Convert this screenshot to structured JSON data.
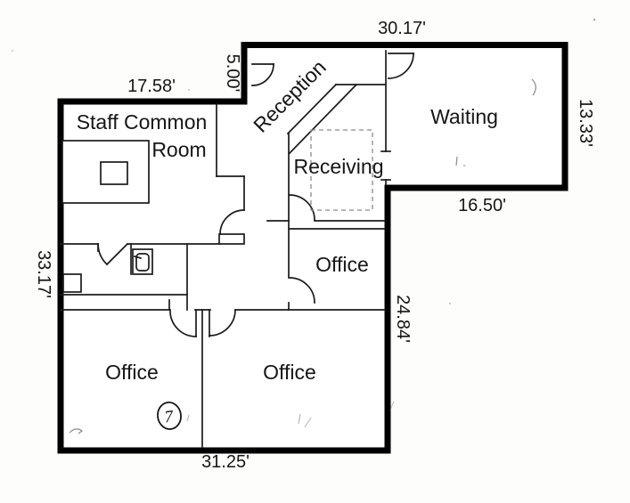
{
  "floor_plan": {
    "rooms": {
      "staff_common_room": {
        "label_line1": "Staff Common",
        "label_line2": "Room"
      },
      "reception": {
        "label": "Reception"
      },
      "receiving": {
        "label": "Receiving"
      },
      "waiting": {
        "label": "Waiting"
      },
      "office_middle": {
        "label": "Office"
      },
      "office_bottom_left": {
        "label": "Office"
      },
      "office_bottom_right": {
        "label": "Office"
      }
    },
    "dimensions": {
      "staff_room_top": "17.58'",
      "entry_offset": "5.00'",
      "overall_top": "30.17'",
      "waiting_right": "13.33'",
      "waiting_bottom": "16.50'",
      "office_right": "24.84'",
      "overall_bottom": "31.25'",
      "overall_left": "33.17'"
    },
    "handwritten_note": "7",
    "colors": {
      "wall": "#000000",
      "text": "#161616",
      "paper": "#fdfdfc"
    }
  }
}
